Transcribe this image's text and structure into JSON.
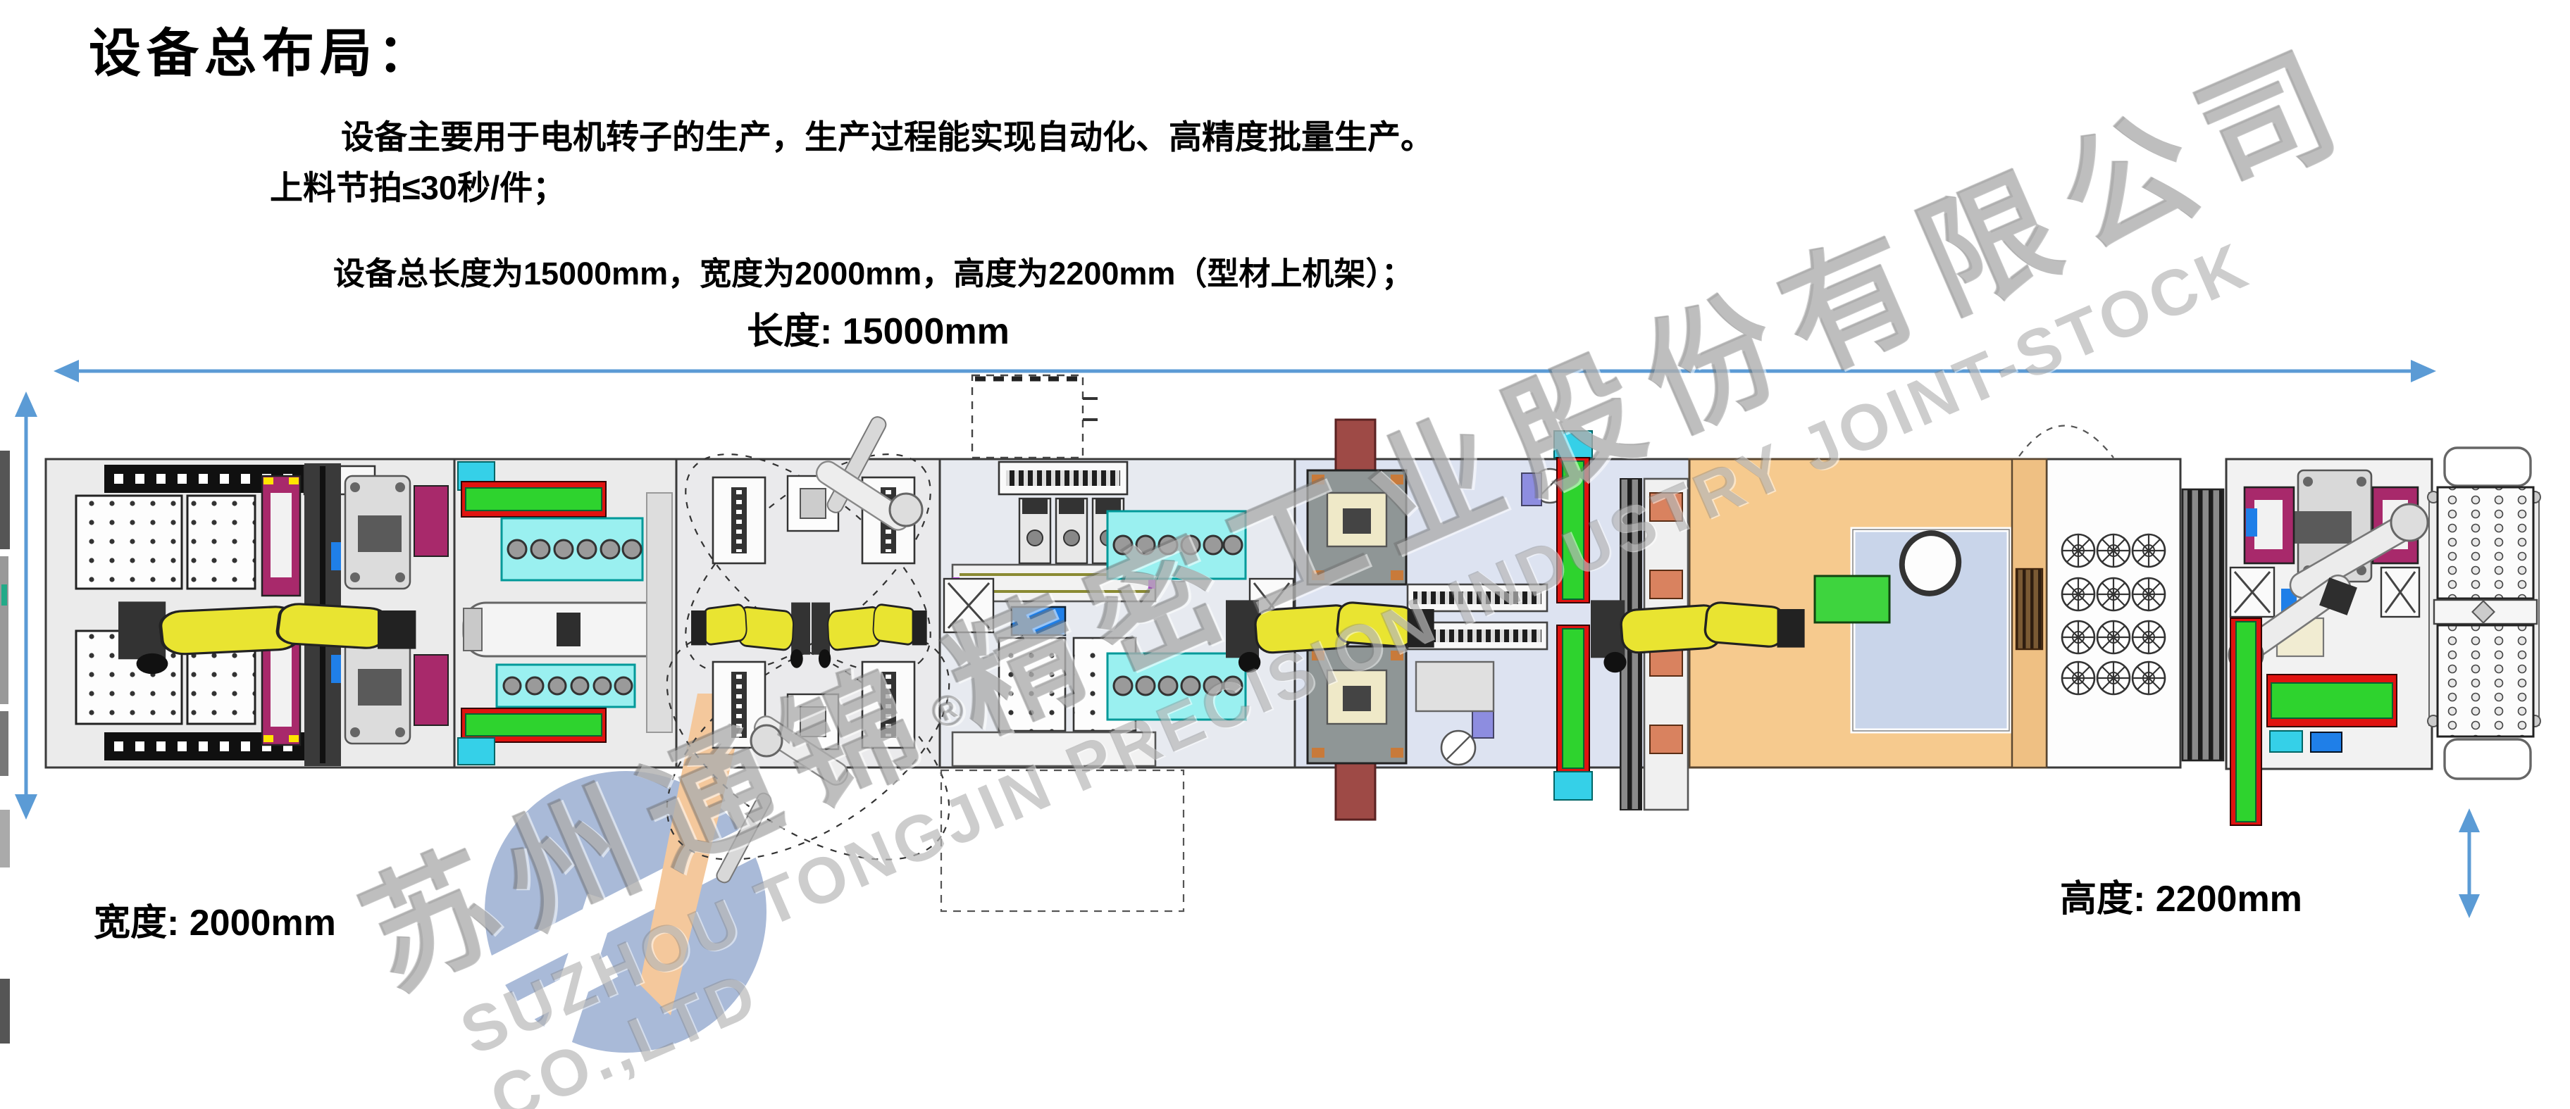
{
  "title": "设备总布局：",
  "description": {
    "line1": "设备主要用于电机转子的生产，生产过程能实现自动化、高精度批量生产。",
    "line2": "上料节拍≤30秒/件；",
    "line3": "设备总长度为15000mm，宽度为2000mm，高度为2200mm（型材上机架）；"
  },
  "dimensions": {
    "length_label": "长度: 15000mm",
    "width_label": "宽度: 2000mm",
    "height_label": "高度: 2200mm",
    "length_mm": 15000,
    "width_mm": 2000,
    "height_mm": 2200
  },
  "watermark": {
    "zh_prefix": "苏州通锦",
    "registered_mark": "®",
    "zh_suffix": "精密工业股份有限公司",
    "en": "SUZHOU TONGJIN PRECISION INDUSTRY JOINT-STOCK CO.,LTD"
  },
  "colors": {
    "accent_blue": "#5b9bd5",
    "robot_yellow": "#e9e431",
    "conveyor_green": "#2ed32e",
    "conveyor_red": "#e01310",
    "roller_cyan": "#9af0f0",
    "machine_cyan": "#35d0e8",
    "fixture_magenta": "#a8296b",
    "maroon_column": "#9e4a46",
    "tan_room": "#f6ca8e",
    "lavender_bed": "#dde3f1",
    "gray_bed": "#ebebeb",
    "royal_blue": "#1f7fe8",
    "logo_blue": "#a9bad8",
    "logo_orange": "#f4c89c",
    "watermark_gray": "#8a8a8a"
  }
}
